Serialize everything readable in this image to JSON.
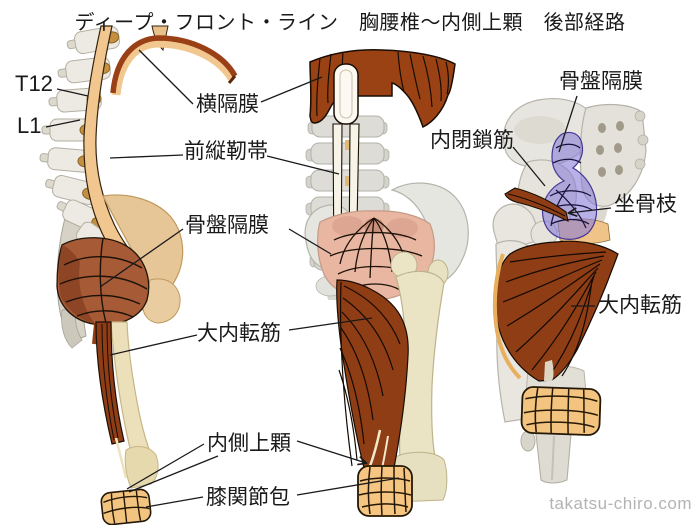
{
  "title": "ディープ・フロント・ライン　胸腰椎〜内側上顆　後部経路",
  "labels": {
    "t12": "T12",
    "l1": "L1",
    "diaphragm": "横隔膜",
    "anterior_longitudinal_ligament": "前縦靭帯",
    "pelvic_diaphragm_left": "骨盤隔膜",
    "adductor_magnus_left": "大内転筋",
    "medial_epicondyle": "内側上顆",
    "knee_joint_capsule": "膝関節包",
    "pelvic_diaphragm_right": "骨盤隔膜",
    "obturator_internus": "内閉鎖筋",
    "ischial_ramus": "坐骨枝",
    "adductor_magnus_right": "大内転筋"
  },
  "watermark": "takatsu-chiro.com",
  "colors": {
    "label_text": "#1a1a1a",
    "leader_line": "#1a1a1a",
    "muscle_dark_brown": "#96400f",
    "muscle_red_brown": "#a65a36",
    "ligament_tan": "#f2c78f",
    "pelvic_diaphragm_pink": "#e9b6a2",
    "pelvic_diaphragm_purple": "#8a7ed6",
    "joint_capsule_tan": "#f3c47f",
    "bone_cream": "#eae3c4",
    "bone_gray": "#e5e3dc",
    "watermark_gray": "#b3b3b3"
  }
}
